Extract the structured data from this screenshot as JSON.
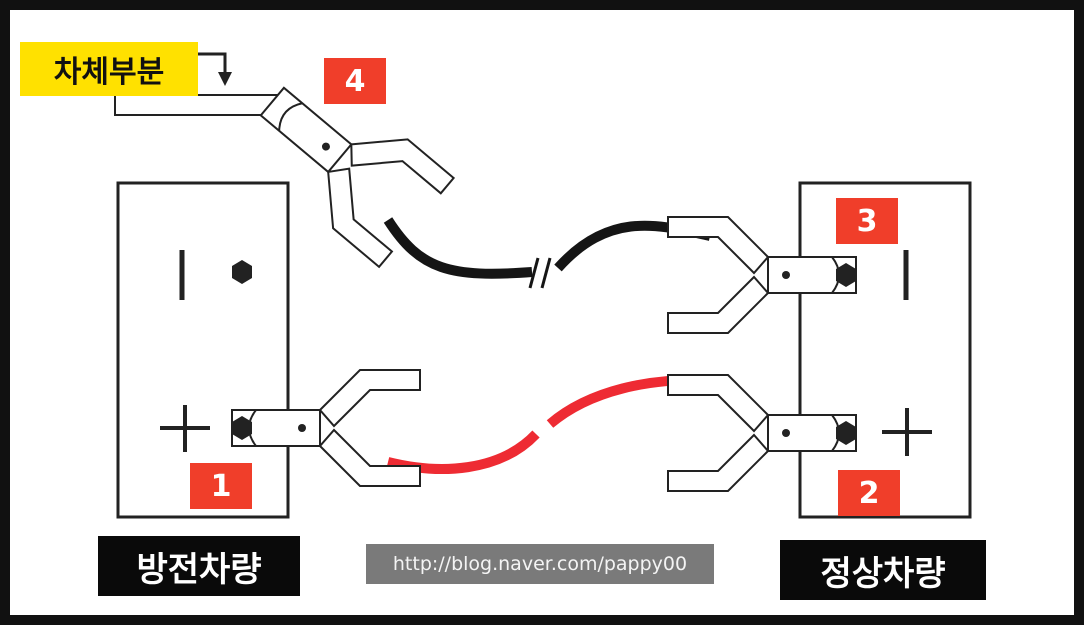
{
  "chassis_label": "차체부분",
  "steps": [
    "1",
    "2",
    "3",
    "4"
  ],
  "terminals": {
    "minus": "|",
    "plus": "+"
  },
  "cars": {
    "discharged": "방전차량",
    "normal": "정상차량"
  },
  "watermark": "http://blog.naver.com/pappy00",
  "colors": {
    "positive_cable": "#ee2b33",
    "negative_cable": "#151515",
    "label_yellow": "#ffe100",
    "step_red": "#f03e2a"
  }
}
